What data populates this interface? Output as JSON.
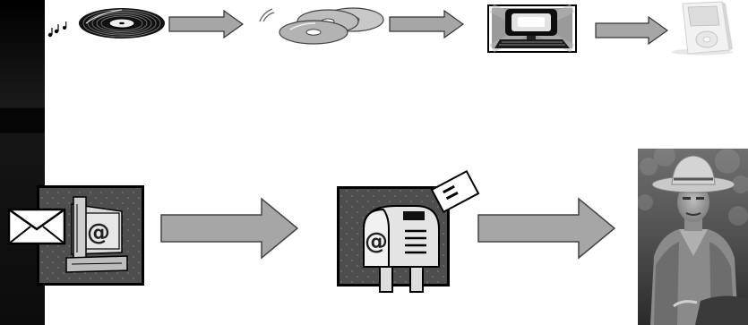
{
  "diagram": {
    "rows": [
      {
        "row": "top",
        "steps": [
          "vinyl-record",
          "cd-discs",
          "computer",
          "mp3-player"
        ]
      },
      {
        "row": "bottom",
        "steps": [
          "email-computer",
          "mailbox",
          "cowboy-photo"
        ]
      }
    ],
    "symbols": {
      "email_at": "@",
      "mailbox_at": "@"
    }
  }
}
